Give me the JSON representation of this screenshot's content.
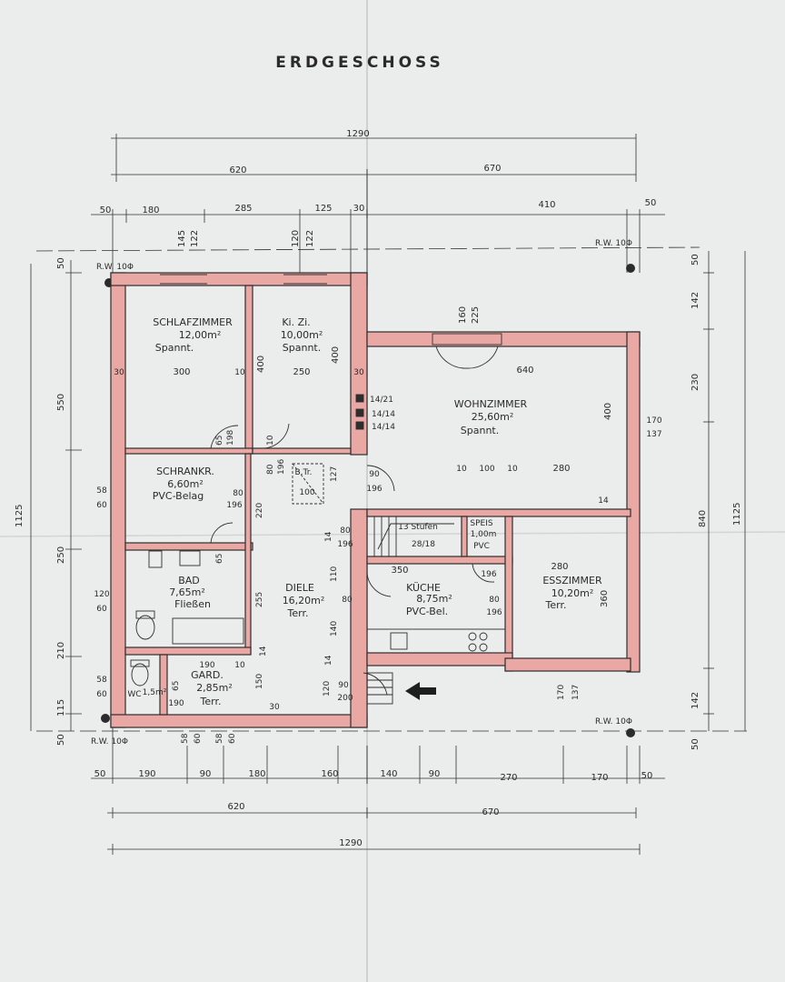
{
  "title": "ERDGESCHOSS",
  "colors": {
    "wall": "#e9a8a4",
    "wall_stroke": "#2e2e2e",
    "paper": "#ebecec",
    "ink": "#2b2b2b"
  },
  "dims": {
    "total_top": "1290",
    "total_bottom": "1290",
    "top_left": "620",
    "top_right": "670",
    "bottom_left": "620",
    "bottom_right": "670",
    "top_row": [
      "50",
      "180",
      "285",
      "125",
      "30",
      "410",
      "50"
    ],
    "bottom_row": [
      "50",
      "190",
      "90",
      "180",
      "160",
      "140",
      "90",
      "270",
      "170",
      "50"
    ],
    "left_total": "1125",
    "right_total": "1125",
    "left_outer": [
      "50",
      "550",
      "250",
      "210",
      "115",
      "50"
    ],
    "right_outer": [
      "50",
      "142",
      "230",
      "840",
      "142",
      "50"
    ],
    "win_top_1": [
      "145",
      "122"
    ],
    "win_top_2": [
      "120",
      "122"
    ],
    "rw_tl": "R.W. 10Φ",
    "rw_tr": "R.W. 10Φ",
    "rw_bl": "R.W. 10Φ",
    "rw_br": "R.W. 10Φ"
  },
  "rooms": {
    "schlafzimmer": {
      "name": "SCHLAFZIMMER",
      "area": "12,00m²",
      "floor": "Spannt."
    },
    "kizi": {
      "name": "Ki. Zi.",
      "area": "10,00m²",
      "floor": "Spannt."
    },
    "wohnzimmer": {
      "name": "WOHNZIMMER",
      "area": "25,60m²",
      "floor": "Spannt."
    },
    "schrankr": {
      "name": "SCHRANKR.",
      "area": "6,60m²",
      "floor": "PVC-Belag"
    },
    "bad": {
      "name": "BAD",
      "area": "7,65m²",
      "floor": "Fließen"
    },
    "diele": {
      "name": "DIELE",
      "area": "16,20m²",
      "floor": "Terr."
    },
    "kueche": {
      "name": "KÜCHE",
      "area": "8,75m²",
      "floor": "PVC-Bel."
    },
    "speis": {
      "name": "SPEIS",
      "area": "1,00m",
      "floor": "PVC"
    },
    "esszimmer": {
      "name": "ESSZIMMER",
      "area": "10,20m²",
      "floor": "Terr."
    },
    "gard": {
      "name": "GARD.",
      "area": "2,85m²",
      "floor": "Terr."
    },
    "wc": {
      "name": "WC",
      "area": "1,5m²"
    }
  },
  "inner": {
    "d300": "300",
    "d250": "250",
    "d400a": "400",
    "d400b": "400",
    "d10a": "10",
    "d30a": "30",
    "d30b": "30",
    "d640": "640",
    "d160": "160",
    "d225": "225",
    "d400w": "400",
    "d170": "170",
    "d137": "137",
    "d10b": "10",
    "d100": "100",
    "d10c": "10",
    "d280": "280",
    "d14a": "14",
    "d65a": "65",
    "d198": "198",
    "d10d": "10",
    "d80a": "80",
    "d196a": "196",
    "d80b": "80",
    "d196b": "196",
    "d58a": "58",
    "d60a": "60",
    "d220": "220",
    "d10e": "10",
    "d80c": "80",
    "d127": "127",
    "d90a": "90",
    "d196c": "196",
    "d14b": "14",
    "d80d": "80",
    "d196d": "196",
    "stairs": "13 Stufen",
    "stairs2": "28/18",
    "d350": "350",
    "d280b": "280",
    "d360": "360",
    "d65b": "65",
    "d120": "120",
    "d60b": "60",
    "d255": "255",
    "d110": "110",
    "d80e": "80",
    "d140": "140",
    "d14c": "14",
    "d14d": "14",
    "d190": "190",
    "d10f": "10",
    "d150": "150",
    "d58b": "58",
    "d60c": "60",
    "d65c": "65",
    "d190b": "190",
    "d30c": "30",
    "d120b": "120",
    "d90b": "90",
    "d200": "200",
    "d58c": "58",
    "d60d": "60",
    "d58d": "58",
    "d60e": "60",
    "d170b": "170",
    "d137b": "137",
    "w1421": "14/21",
    "w1414a": "14/14",
    "w1414b": "14/14",
    "btr": "B.Tr.",
    "d100b": "100",
    "d196e": "196",
    "d80f": "80",
    "d196f": "196"
  }
}
